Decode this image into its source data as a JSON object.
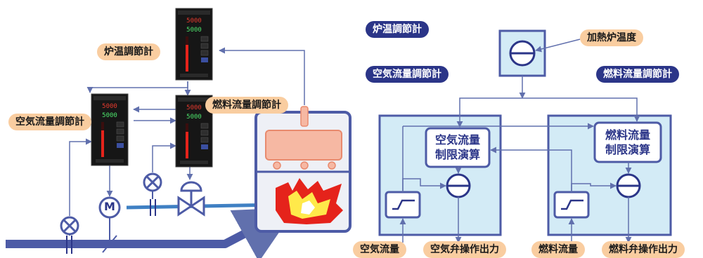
{
  "colors": {
    "navy": "#2b3588",
    "blue": "#3f80c3",
    "light_blue": "#d3ebf6",
    "peach": "#f9cda0",
    "furnace_body": "#eef0f6",
    "heater": "#f6b8a3",
    "flame_red": "#e5231b",
    "flame_yellow": "#ffe94a"
  },
  "left": {
    "labels": {
      "furnace_temp": "炉温調節計",
      "fuel_flow": "燃料流量調節計",
      "air_flow": "空気流量調節計"
    },
    "controllers": [
      {
        "id": "furnace",
        "pv": "5000",
        "sv": "5000"
      },
      {
        "id": "air",
        "pv": "5000",
        "sv": "5000"
      },
      {
        "id": "fuel",
        "pv": "5000",
        "sv": "5000"
      }
    ],
    "motor_symbol": "M"
  },
  "right": {
    "labels": {
      "furnace_temp": "炉温調節計",
      "air_flow_ctrl": "空気流量調節計",
      "fuel_flow_ctrl": "燃料流量調節計",
      "furnace_temp_input": "加熱炉温度",
      "air_limit_l1": "空気流量",
      "air_limit_l2": "制限演算",
      "fuel_limit_l1": "燃料流量",
      "fuel_limit_l2": "制限演算",
      "air_flow_in": "空気流量",
      "air_valve_out": "空気弁操作出力",
      "fuel_flow_in": "燃料流量",
      "fuel_valve_out": "燃料弁操作出力"
    }
  }
}
